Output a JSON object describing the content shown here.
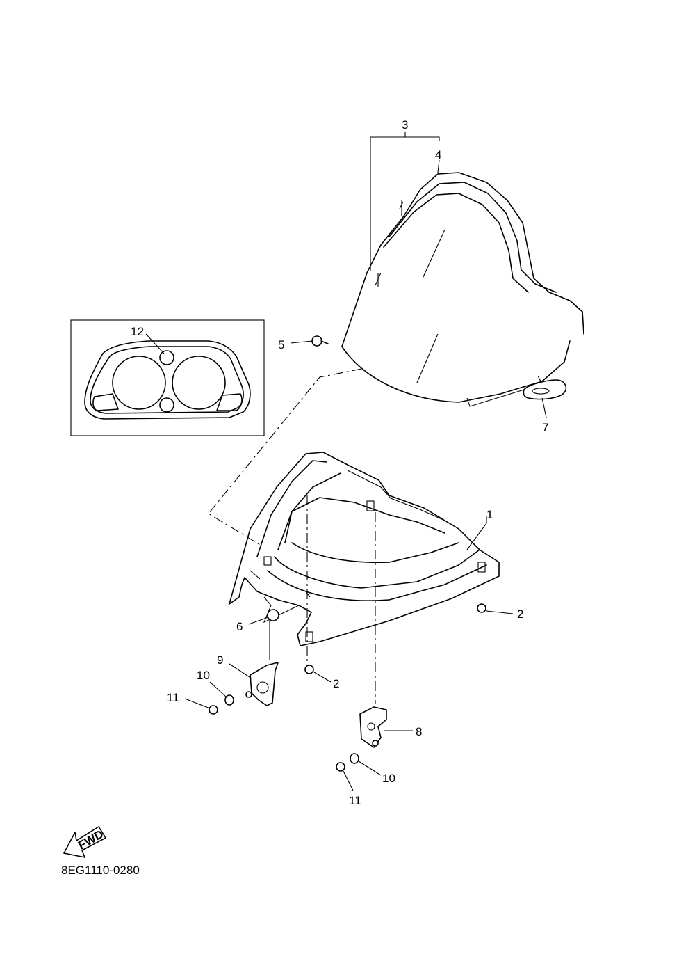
{
  "diagram": {
    "code": "8EG1110-0280",
    "fwd_label": "FWD",
    "parts": {
      "p1": "1",
      "p2a": "2",
      "p2b": "2",
      "p3": "3",
      "p4": "4",
      "p5": "5",
      "p6": "6",
      "p7": "7",
      "p8": "8",
      "p9": "9",
      "p10a": "10",
      "p10b": "10",
      "p11a": "11",
      "p11b": "11",
      "p12": "12"
    }
  }
}
